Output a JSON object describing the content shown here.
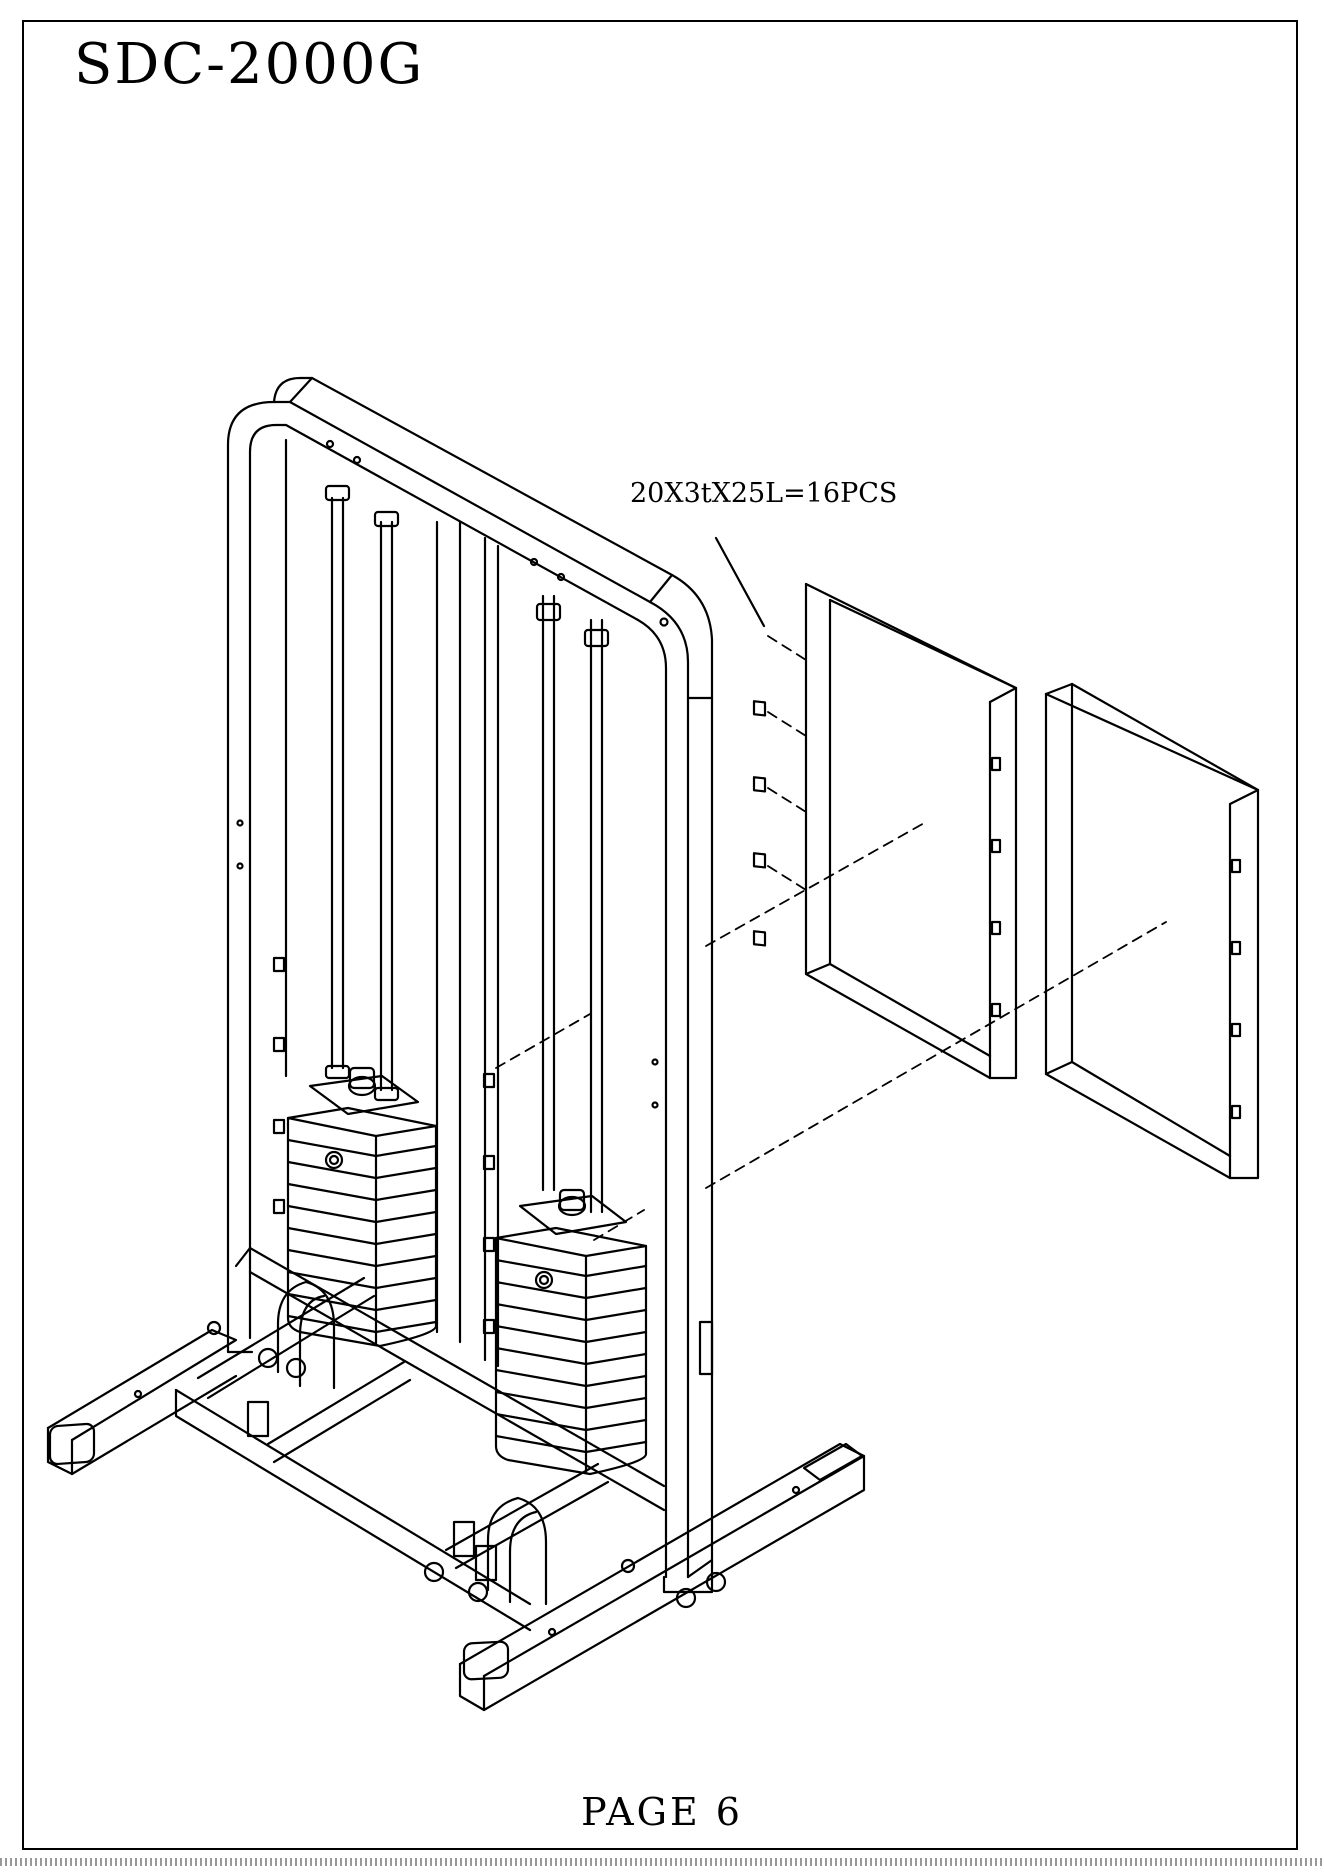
{
  "manual": {
    "model": "SDC-2000G",
    "page_label": "PAGE 6"
  },
  "callouts": {
    "fastener_spec": "20X3tX25L=16PCS"
  },
  "colors": {
    "line": "#000000",
    "background": "#ffffff"
  }
}
